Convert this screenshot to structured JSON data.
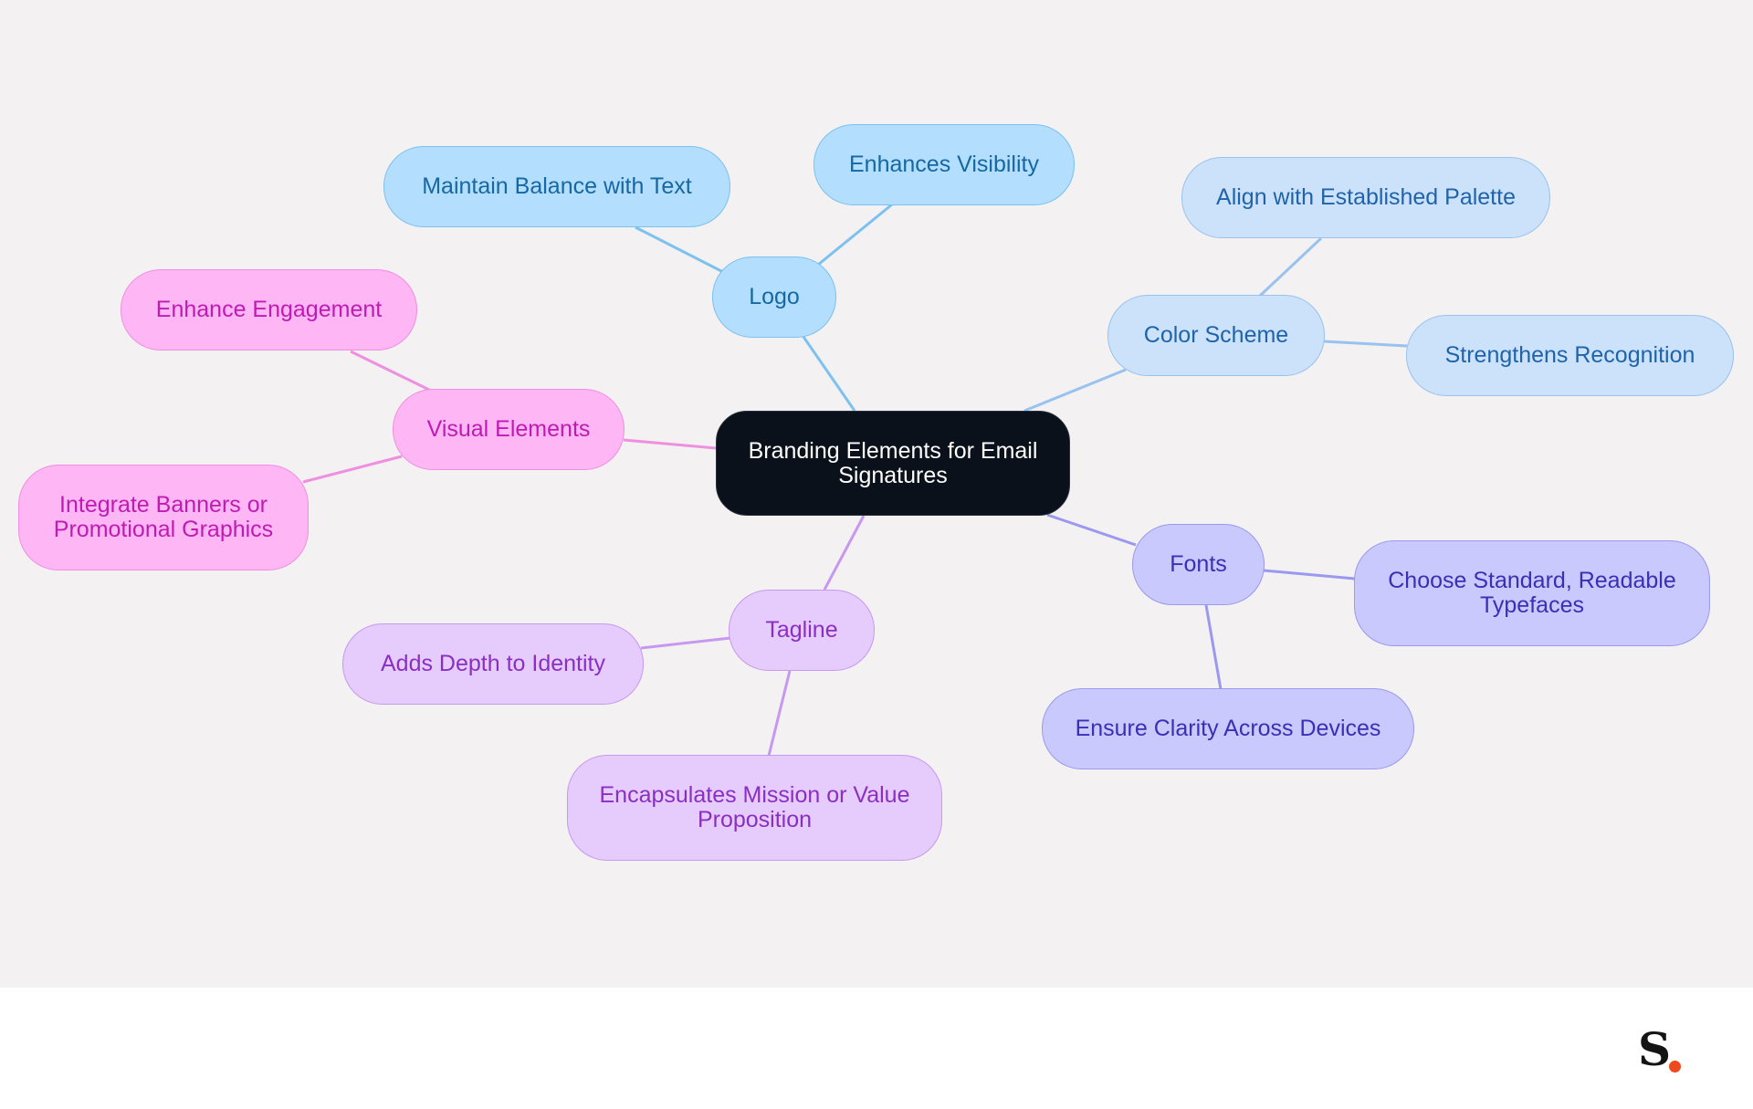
{
  "diagram": {
    "root": {
      "label": "Branding Elements for Email Signatures"
    },
    "branches": [
      {
        "label": "Logo",
        "children": [
          "Maintain Balance with Text",
          "Enhances Visibility"
        ]
      },
      {
        "label": "Color Scheme",
        "children": [
          "Align with Established Palette",
          "Strengthens Recognition"
        ]
      },
      {
        "label": "Fonts",
        "children": [
          "Choose Standard, Readable Typefaces",
          "Ensure Clarity Across Devices"
        ]
      },
      {
        "label": "Tagline",
        "children": [
          "Adds Depth to Identity",
          "Encapsulates Mission or Value Proposition"
        ]
      },
      {
        "label": "Visual Elements",
        "children": [
          "Enhance Engagement",
          "Integrate Banners or Promotional Graphics"
        ]
      }
    ]
  },
  "colors": {
    "background": "#f3f1f1",
    "root": "#0b111a",
    "logo_branch": "#b3defd",
    "color_scheme_branch": "#cce2fa",
    "fonts_branch": "#c9c9fd",
    "tagline_branch": "#e6cbfd",
    "visual_elements_branch": "#ffb6f4",
    "brand_dot": "#ef4a1d"
  },
  "brand": {
    "logo_letter": "S",
    "logo_icon": "brand-logo-icon"
  }
}
